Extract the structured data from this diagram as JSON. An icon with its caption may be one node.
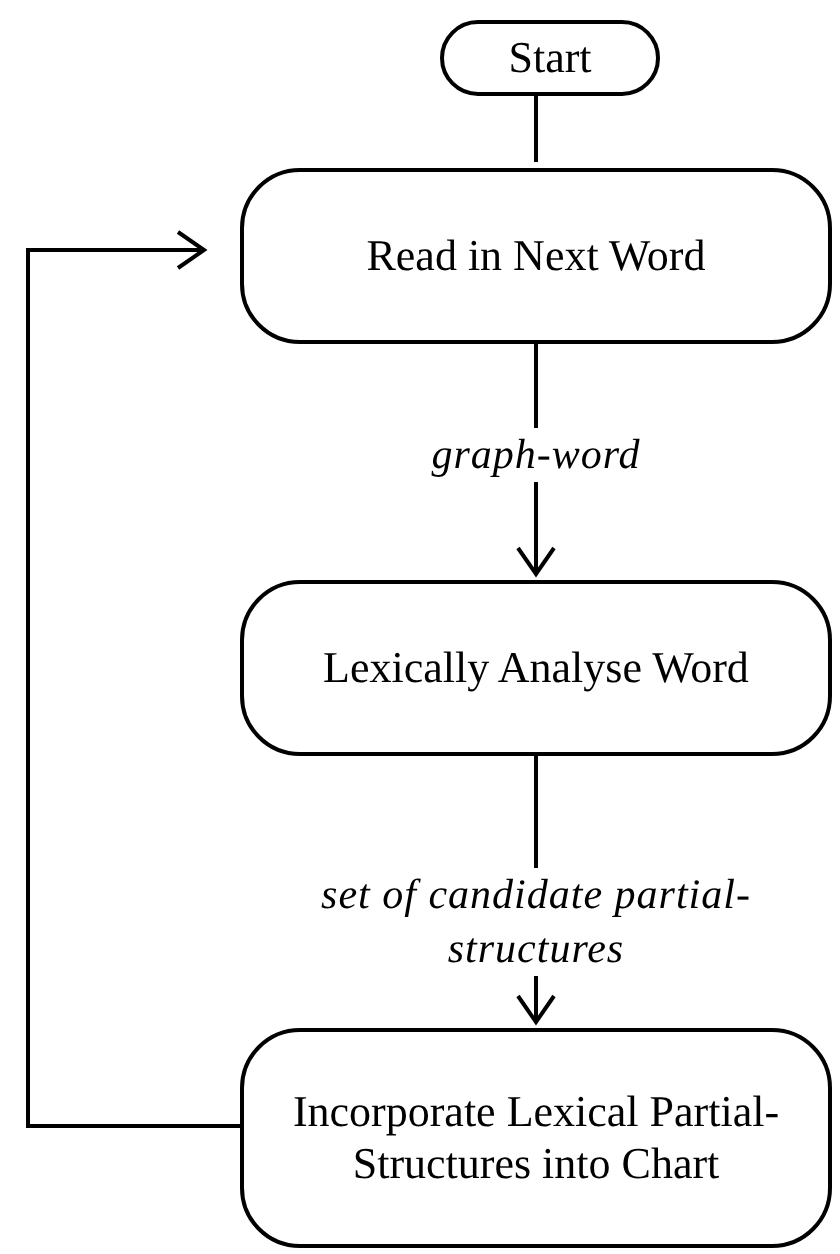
{
  "diagram": {
    "nodes": [
      {
        "text": [
          "Start"
        ]
      },
      {
        "text": [
          "Read in Next Word"
        ]
      },
      {
        "text": [
          "Lexically Analyse Word"
        ]
      },
      {
        "text": [
          "Incorporate Lexical Partial-Structures into Chart"
        ]
      }
    ],
    "edges": [
      {
        "from": 0,
        "to": 1,
        "arrow": "none"
      },
      {
        "from": 1,
        "to": 2,
        "arrow": "to",
        "label": "graph-word"
      },
      {
        "from": 2,
        "to": 3,
        "arrow": "to",
        "label": "set of candidate partial-structures"
      },
      {
        "from": 3,
        "to": 1,
        "arrow": "to"
      }
    ]
  }
}
